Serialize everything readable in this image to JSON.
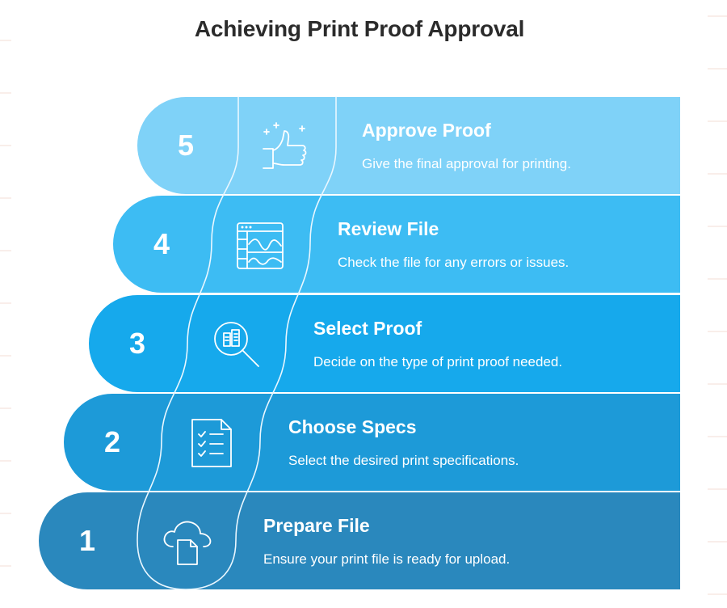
{
  "title": "Achieving Print Proof Approval",
  "colors": {
    "step1": "#2a88bd",
    "step2": "#1d9ad8",
    "step3": "#16a9ec",
    "step4": "#3dbcf3",
    "step5": "#7fd2f8",
    "outline": "#eaf7ff"
  },
  "steps": [
    {
      "number": "1",
      "heading": "Prepare File",
      "description": "Ensure your print file is ready for upload.",
      "icon": "cloud-file-icon"
    },
    {
      "number": "2",
      "heading": "Choose Specs",
      "description": "Select the desired print specifications.",
      "icon": "checklist-icon"
    },
    {
      "number": "3",
      "heading": "Select Proof",
      "description": "Decide on the type of print proof needed.",
      "icon": "magnify-document-icon"
    },
    {
      "number": "4",
      "heading": "Review File",
      "description": "Check the file for any errors or issues.",
      "icon": "browser-chart-icon"
    },
    {
      "number": "5",
      "heading": "Approve Proof",
      "description": "Give the final approval for printing.",
      "icon": "thumbs-up-sparkle-icon"
    }
  ]
}
